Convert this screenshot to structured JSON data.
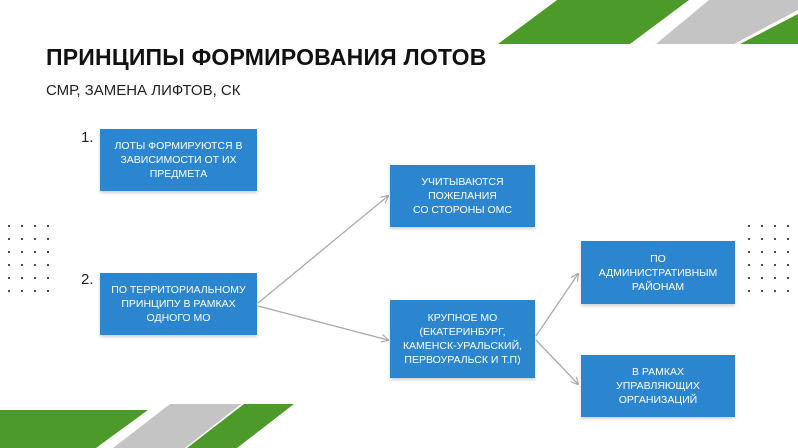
{
  "slide": {
    "title": "ПРИНЦИПЫ ФОРМИРОВАНИЯ ЛОТОВ",
    "subtitle": "СМР, ЗАМЕНА ЛИФТОВ, СК"
  },
  "steps": [
    {
      "number": "1.",
      "text": "ЛОТЫ ФОРМИРУЮТСЯ В\nЗАВИСИМОСТИ ОТ ИХ\nПРЕДМЕТА"
    },
    {
      "number": "2.",
      "text": "ПО ТЕРРИТОРИАЛЬНОМУ\nПРИНЦИПУ В РАМКАХ\nОДНОГО МО"
    }
  ],
  "branches": {
    "oms": "УЧИТЫВАЮТСЯ\nПОЖЕЛАНИЯ\nСО СТОРОНЫ ОМС",
    "large_mo": "КРУПНОЕ МО\n(ЕКАТЕРИНБУРГ,\nКАМЕНСК-УРАЛЬСКИЙ,\nПЕРВОУРАЛЬСК И Т.П)",
    "admin_districts": "ПО\nАДМИНИСТРАТИВНЫМ\nРАЙОНАМ",
    "management_orgs": "В РАМКАХ\nУПРАВЛЯЮЩИХ\nОРГАНИЗАЦИЙ"
  },
  "colors": {
    "box": "#2b86cf",
    "green": "#4c9a2a",
    "grey": "#c4c4c4",
    "arrow": "#aaaaaa"
  }
}
